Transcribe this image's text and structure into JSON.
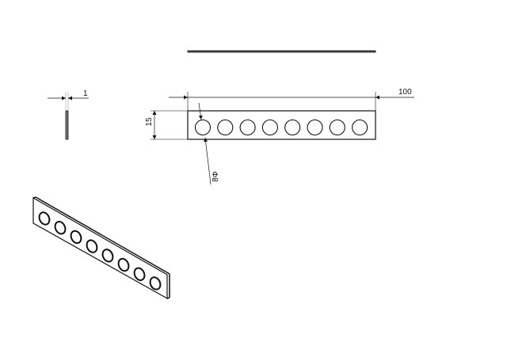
{
  "drawing": {
    "dimensions": {
      "thickness": "1",
      "length": "100",
      "width": "15",
      "hole_diameter": "8Φ"
    },
    "hole_count": 8,
    "line_color": "#111111"
  }
}
